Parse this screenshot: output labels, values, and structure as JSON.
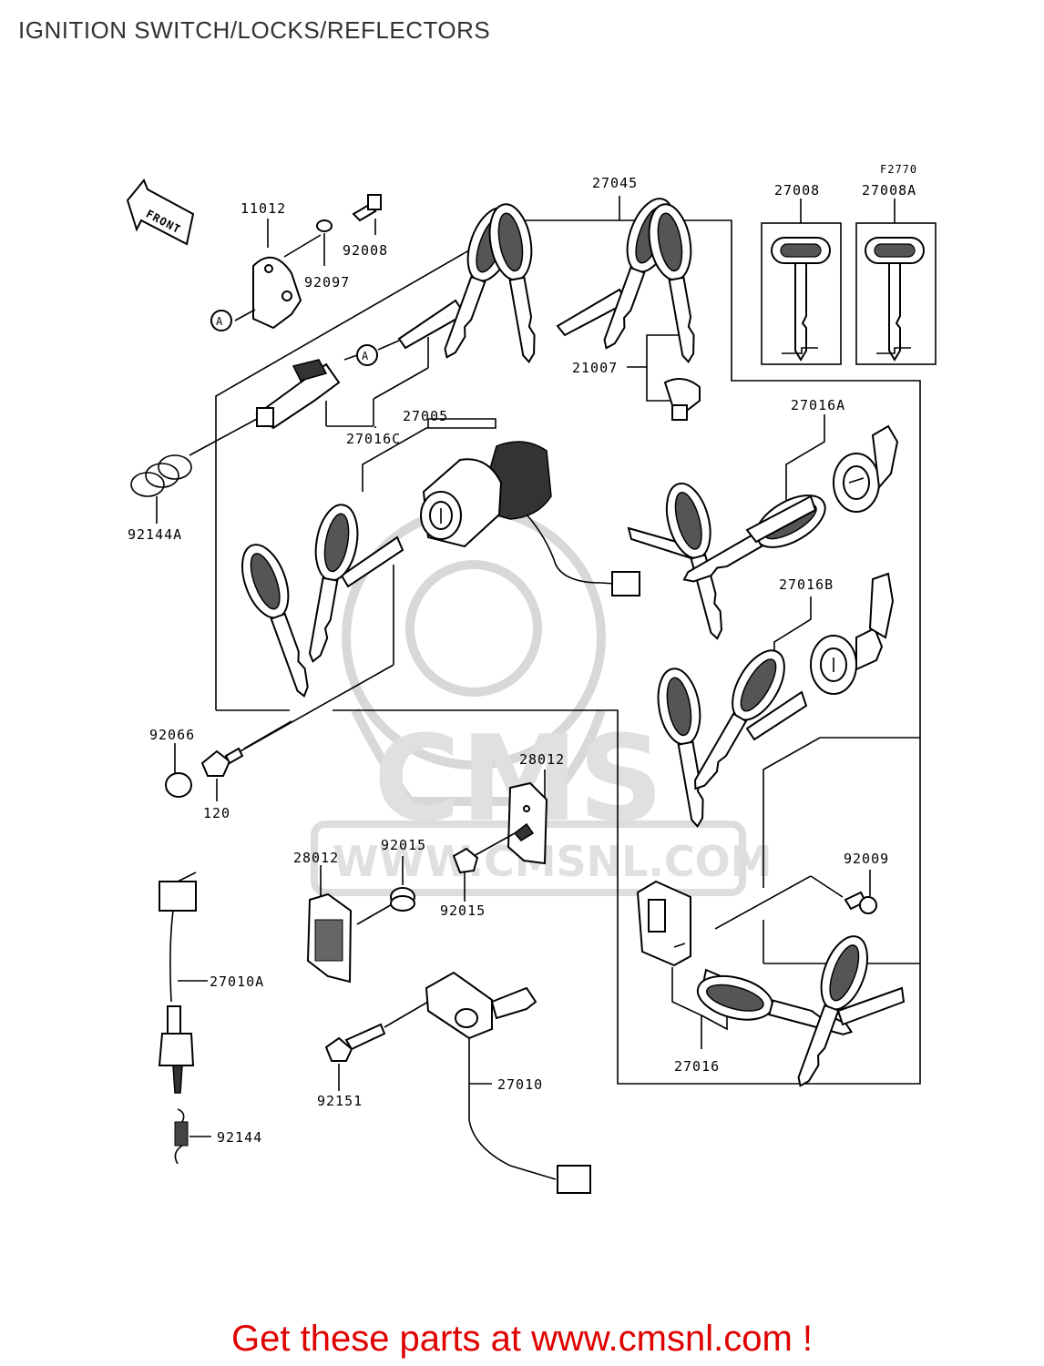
{
  "title": "IGNITION SWITCH/LOCKS/REFLECTORS",
  "figure_code": "F2770",
  "front_label": "FRONT",
  "ref_marker": "A",
  "watermark": {
    "brand": "CMS",
    "site": "WWW.CMSNL.COM"
  },
  "part_labels": {
    "p27045": "27045",
    "p27008": "27008",
    "p27008A": "27008A",
    "p11012": "11012",
    "p92008": "92008",
    "p92097": "92097",
    "p21007": "21007",
    "p27016C": "27016C",
    "p27005": "27005",
    "p27016A": "27016A",
    "p92144A": "92144A",
    "p27016B": "27016B",
    "p92066": "92066",
    "p120": "120",
    "p28012a": "28012",
    "p28012b": "28012",
    "p92015a": "92015",
    "p92015b": "92015",
    "p92009": "92009",
    "p27010A": "27010A",
    "p27010": "27010",
    "p27016": "27016",
    "p92151": "92151",
    "p92144": "92144"
  },
  "footer": "Get these parts at www.cmsnl.com !"
}
